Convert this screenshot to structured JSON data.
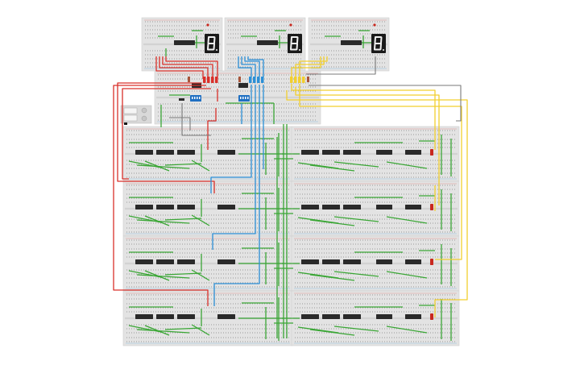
{
  "title": "",
  "colors": {
    "background": "#ffffff",
    "breadboard": "#e3e3e3",
    "breadboard_edge": "#cfcfcf",
    "hole": "#9a9a9a",
    "jumper_green": "#3aa635",
    "wire_red": "#d9302a",
    "wire_blue": "#2b8fd6",
    "wire_yellow": "#f2cf2e",
    "wire_gray": "#7a7a7a",
    "ic_body": "#2a2a2a",
    "display_body": "#1a1a1a",
    "display_segment": "#f0f0f0",
    "dip_switch_body": "#1f6fc2",
    "led_red": "#c8281f",
    "resistor": "#a8553a"
  },
  "components": {
    "seven_segment_displays": 3,
    "dip_switches": 2,
    "ic_chips_per_board": 5,
    "lower_breadboards": 8
  }
}
